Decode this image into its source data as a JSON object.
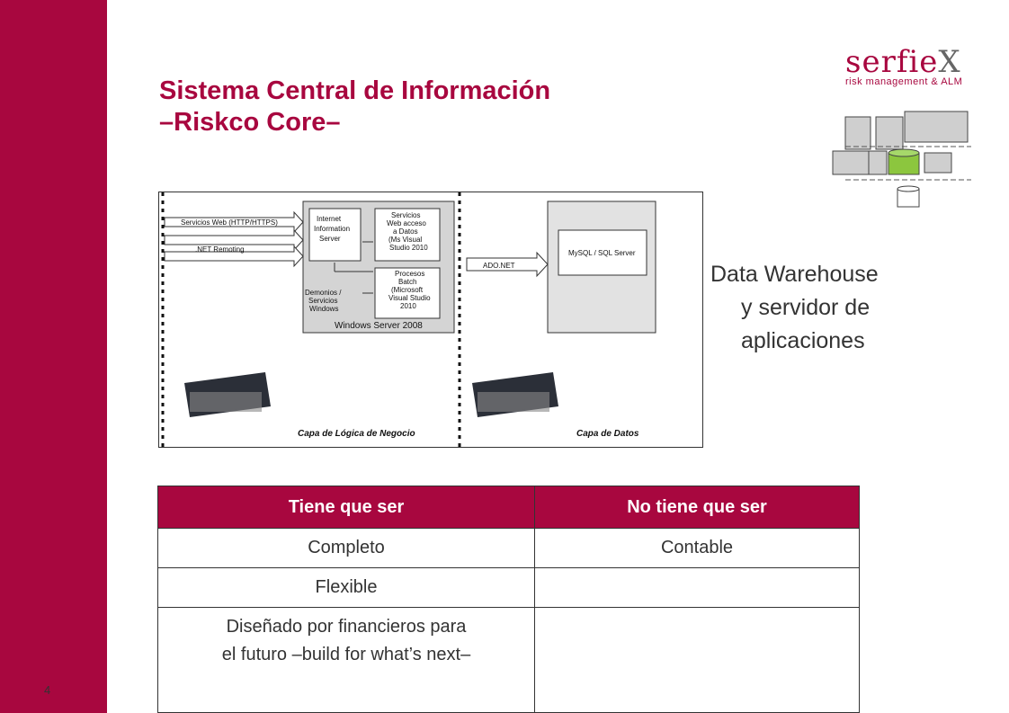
{
  "slide": {
    "number": "4",
    "title_line1": "Sistema Central de Información",
    "title_line2": "–Riskco Core–"
  },
  "logo": {
    "wordmark_main": "serfie",
    "wordmark_x": "X",
    "tagline": "risk management & ALM"
  },
  "diagram": {
    "links": [
      "Servicios Web (HTTP/HTTPS)",
      ".NET Remoting",
      "ADO.NET"
    ],
    "iis": [
      "Internet",
      "Information",
      "Server"
    ],
    "web_services": [
      "Servicios",
      "Web acceso",
      "a Datos",
      "(Ms Visual",
      "Studio 2010"
    ],
    "batch": [
      "Procesos",
      "Batch",
      "(Microsoft",
      "Visual Studio",
      "2010"
    ],
    "daemons": [
      "Demonios /",
      "Servicios",
      "Windows"
    ],
    "os": "Windows Server 2008",
    "database": "MySQL / SQL Server",
    "layer_business": "Capa de Lógica de Negocio",
    "layer_data": "Capa de Datos"
  },
  "side_text": {
    "line1": "Data Warehouse",
    "line2": "y servidor de",
    "line3": "aplicaciones"
  },
  "table": {
    "headers": [
      "Tiene que ser",
      "No tiene que ser"
    ],
    "rows": [
      {
        "c0_lines": [
          "Completo"
        ],
        "c1": "Contable"
      },
      {
        "c0_lines": [
          "Flexible"
        ],
        "c1": ""
      },
      {
        "c0_lines": [
          "Diseñado por financieros para",
          "el futuro –build for what’s next–"
        ],
        "c1": ""
      }
    ]
  },
  "colors": {
    "brand": "#a8073f",
    "db_accent": "#8cc63e"
  }
}
